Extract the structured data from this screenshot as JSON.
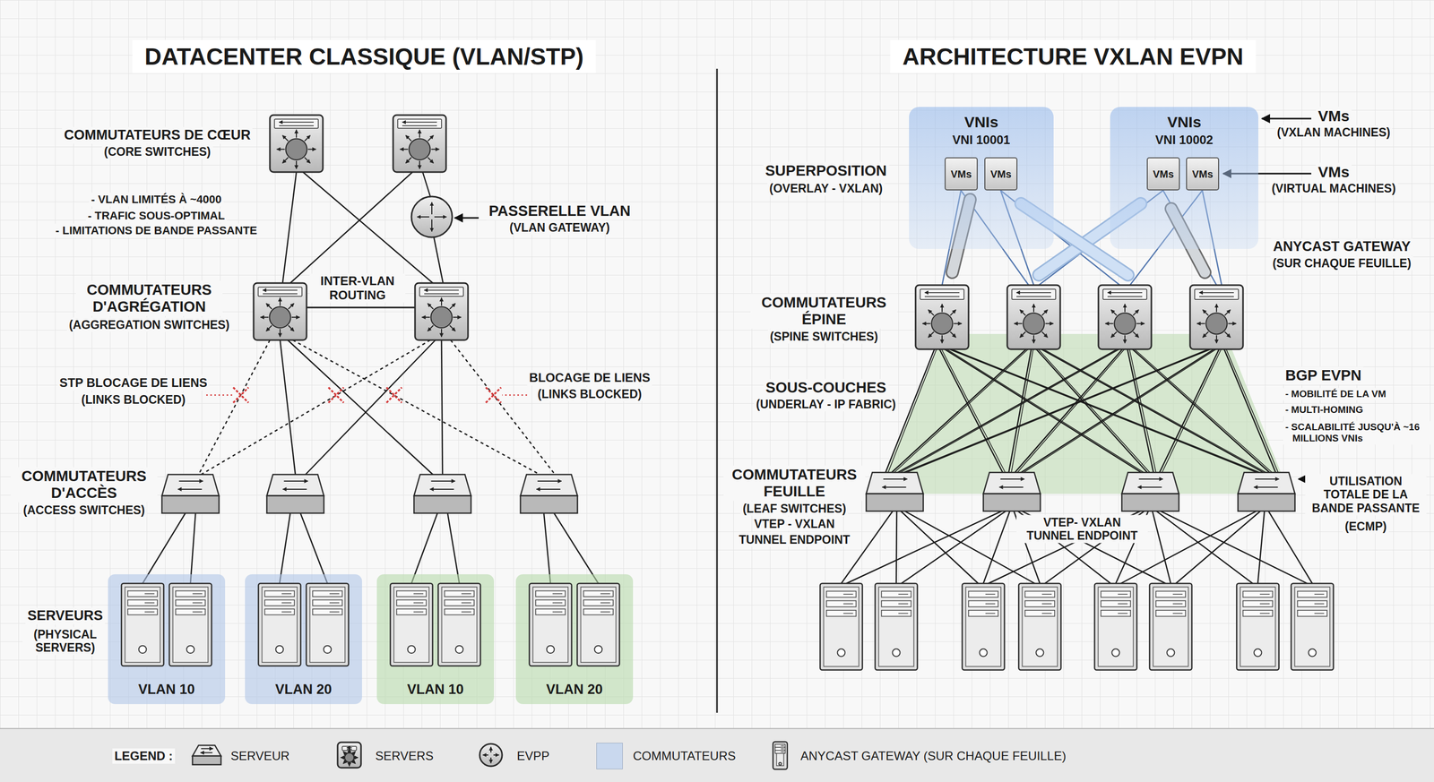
{
  "diagram": {
    "title": "DATACENTER CLASSIQUE (VLAN/STP)",
    "nodes": [
      {
        "text": [
          "VLAN 10"
        ]
      },
      {
        "text": [
          "VLAN 20"
        ]
      },
      {
        "text": [
          "VLAN 10"
        ]
      },
      {
        "text": [
          "VLAN 20"
        ]
      },
      {
        "text": [
          "VNIs",
          "VNI 10001"
        ]
      },
      {
        "text": [
          "VMs"
        ],
        "in": 4
      },
      {
        "text": [
          "VMs"
        ],
        "in": 4
      },
      {
        "text": [
          "VNIs",
          "VNI 10002"
        ]
      },
      {
        "text": [
          "VMs"
        ],
        "in": 7
      },
      {
        "text": [
          "VMs"
        ],
        "in": 7
      }
    ],
    "labels": [
      "COMMUTATEURS DE CŒUR",
      "(CORE SWITCHES)",
      "- VLAN LIMITÉS À ~4000",
      "- TRAFIC SOUS-OPTIMAL",
      "- LIMITATIONS DE BANDE PASSANTE",
      "PASSERELLE VLAN",
      "(VLAN GATEWAY)",
      "COMMUTATEURS D'AGRÉGATION",
      "(AGGREGATION SWITCHES)",
      "INTER-VLAN ROUTING",
      "STP BLOCAGE DE LIENS",
      "(LINKS BLOCKED)",
      "BLOCAGE DE LIENS",
      "(LINKS BLOCKED)",
      "COMMUTATEURS D'ACCÈS",
      "(ACCESS SWITCHES)",
      "SERVEURS",
      "(PHYSICAL SERVERS)",
      "ARCHITECTURE VXLAN EVPN",
      "VMs",
      "(VXLAN MACHINES)",
      "VMs",
      "(VIRTUAL MACHINES)",
      "SUPERPOSITION",
      "(OVERLAY - VXLAN)",
      "ANYCAST GATEWAY",
      "(SUR CHAQUE FEUILLE)",
      "COMMUTATEURS ÉPINE",
      "(SPINE SWITCHES)",
      "SOUS-COUCHES",
      "(UNDERLAY - IP FABRIC)",
      "BGP EVPN",
      "- MOBILITÉ DE LA VM",
      "- MULTI-HOMING",
      "- SCALABILITÉ JUSQU'À ~16 MILLIONS VNIs",
      "COMMUTATEURS FEUILLE",
      "(LEAF SWITCHES)",
      "VTEP - VXLAN",
      "TUNNEL ENDPOINT",
      "VTEP- VXLAN TUNNEL ENDPOINT",
      "UTILISATION TOTALE DE LA BANDE PASSANTE",
      "(ECMP)",
      "LEGEND :"
    ],
    "legend": [
      {
        "text": "SERVEUR"
      },
      {
        "text": "SERVERS"
      },
      {
        "text": "EVPP"
      },
      {
        "text": "COMMUTATEURS",
        "color": "#c9d8ee"
      },
      {
        "text": "ANYCAST GATEWAY (SUR CHAQUE FEUILLE)"
      }
    ]
  }
}
